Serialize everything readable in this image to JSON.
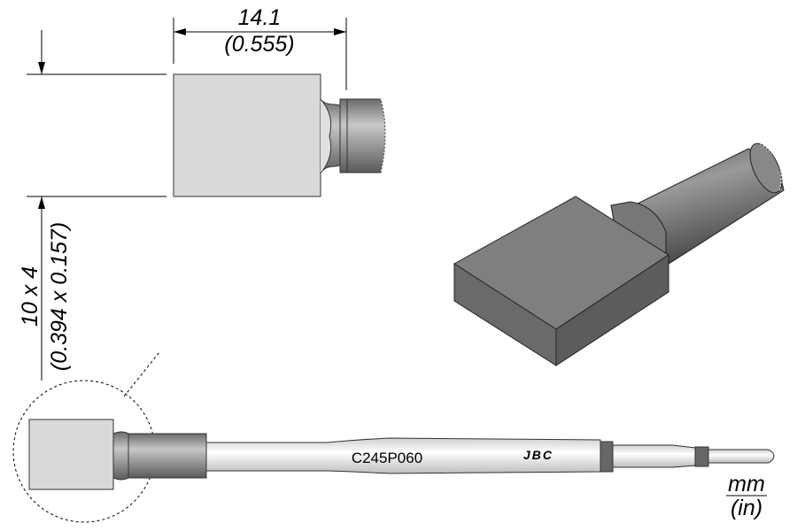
{
  "dimensions": {
    "length_mm": "14.1",
    "length_in": "(0.555)",
    "section_mm": "10 x 4",
    "section_in": "(0.394 x 0.157)"
  },
  "tip": {
    "model": "C245P060",
    "brand": "JBC"
  },
  "units": {
    "primary": "mm",
    "secondary": "(in)"
  }
}
